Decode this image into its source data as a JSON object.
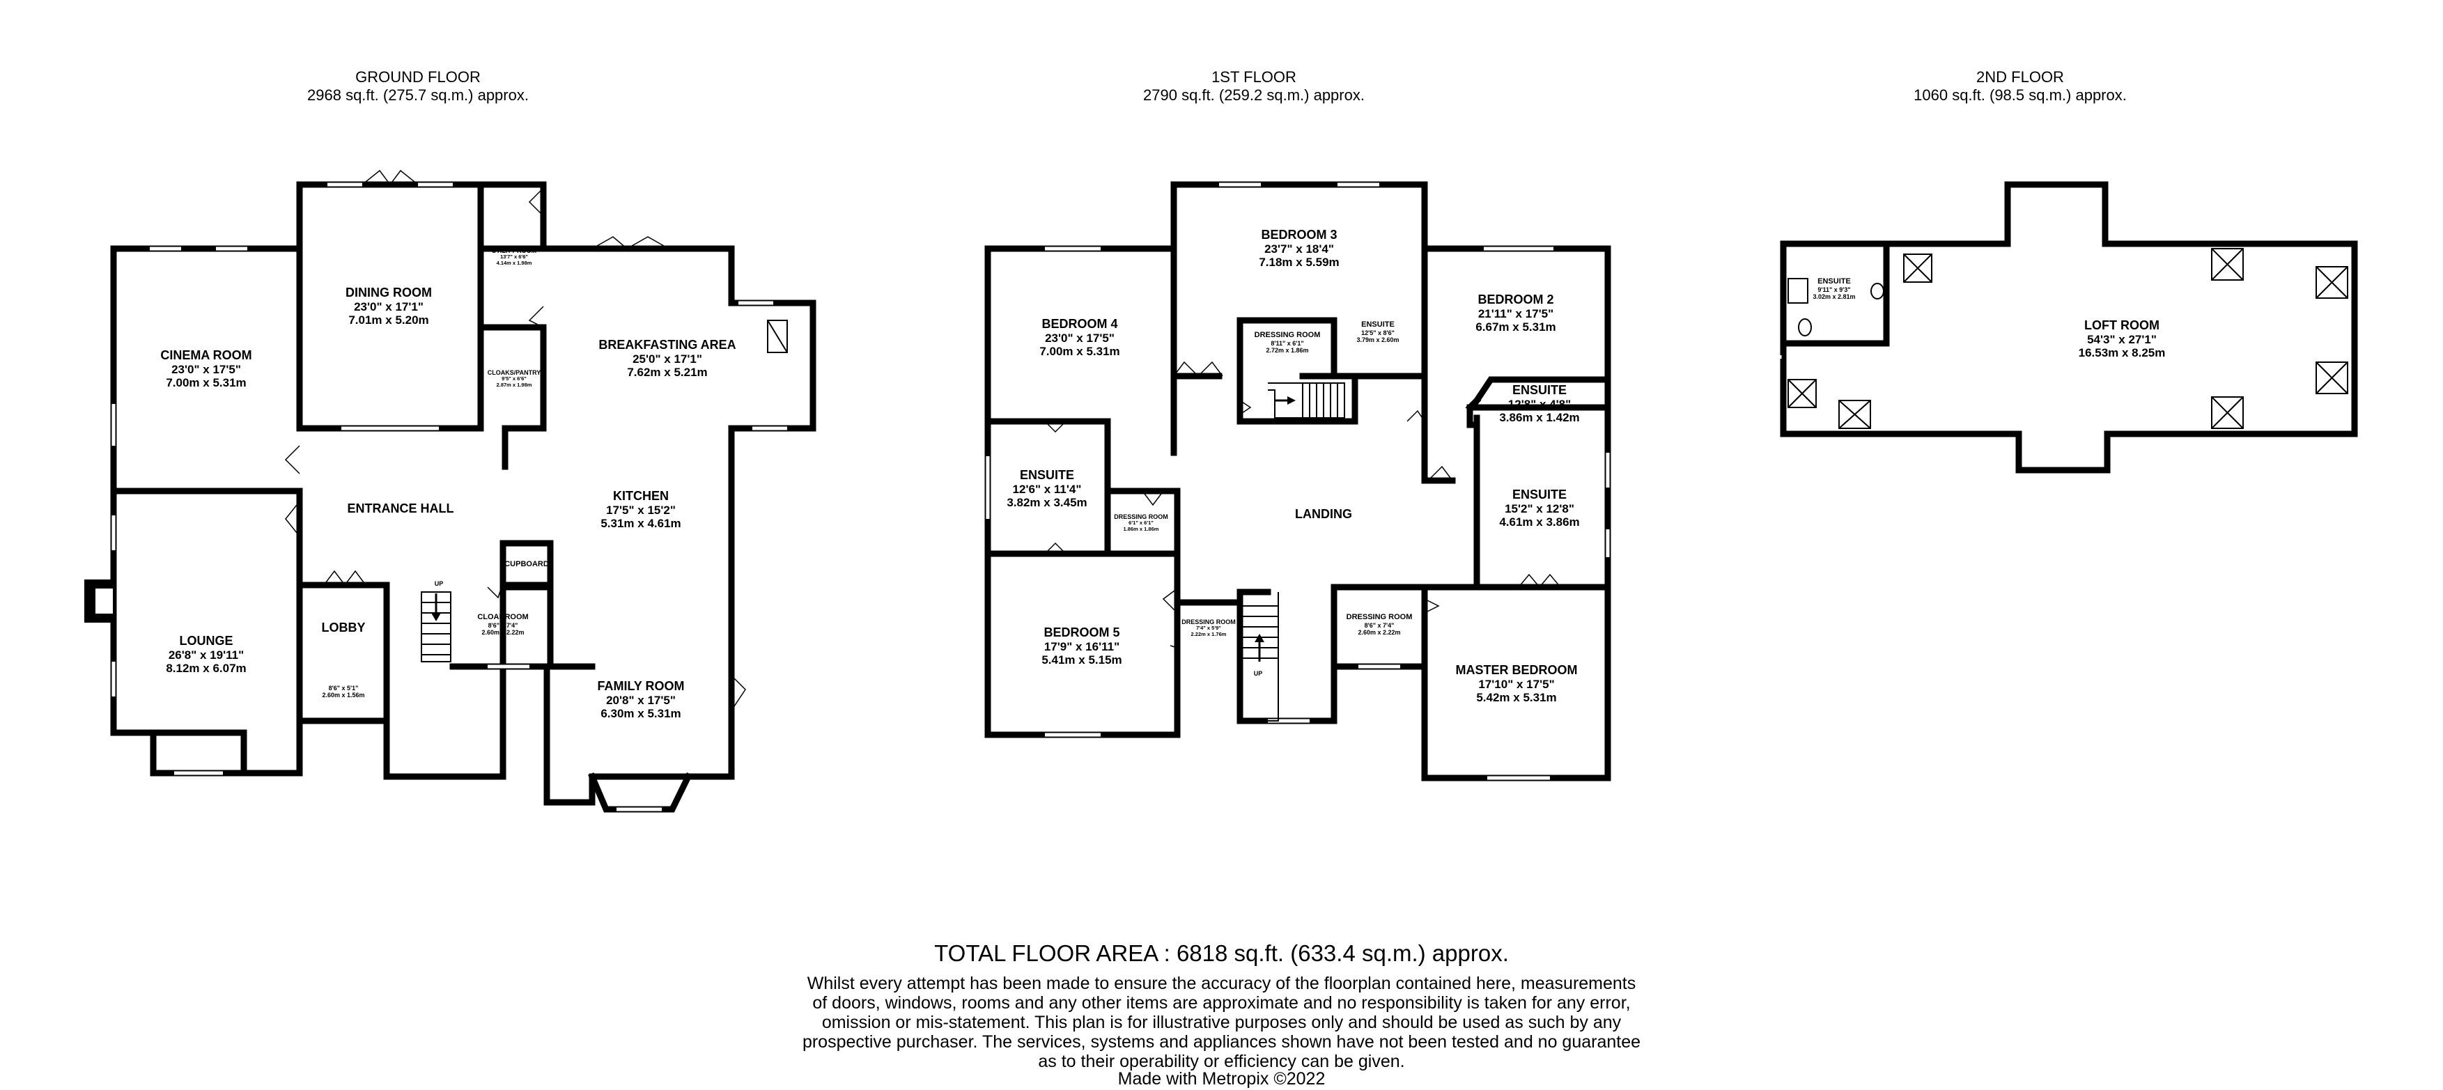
{
  "floors": {
    "ground": {
      "name": "GROUND FLOOR",
      "area": "2968 sq.ft. (275.7 sq.m.) approx."
    },
    "first": {
      "name": "1ST FLOOR",
      "area": "2790 sq.ft. (259.2 sq.m.) approx."
    },
    "second": {
      "name": "2ND FLOOR",
      "area": "1060 sq.ft. (98.5 sq.m.) approx."
    }
  },
  "rooms": {
    "cinema": {
      "name": "CINEMA ROOM",
      "imperial": "23'0\"  x 17'5\"",
      "metric": "7.00m  x 5.31m"
    },
    "dining": {
      "name": "DINING ROOM",
      "imperial": "23'0\"  x 17'1\"",
      "metric": "7.01m  x 5.20m"
    },
    "utility": {
      "name": "UTILITY ROOM",
      "imperial": "13'7\"  x 6'6\"",
      "metric": "4.14m  x 1.98m"
    },
    "cloaks_pantry": {
      "name": "CLOAKS/PANTRY",
      "imperial": "9'5\"  x 6'6\"",
      "metric": "2.87m  x 1.98m"
    },
    "breakfasting": {
      "name": "BREAKFASTING AREA",
      "imperial": "25'0\"  x 17'1\"",
      "metric": "7.62m  x 5.21m"
    },
    "entrance_hall": {
      "name": "ENTRANCE HALL"
    },
    "kitchen": {
      "name": "KITCHEN",
      "imperial": "17'5\"  x 15'2\"",
      "metric": "5.31m  x 4.61m"
    },
    "cupboard": {
      "name": "CUPBOARD"
    },
    "lounge": {
      "name": "LOUNGE",
      "imperial": "26'8\"  x 19'11\"",
      "metric": "8.12m  x 6.07m"
    },
    "lobby": {
      "name": "LOBBY"
    },
    "lobby_store": {
      "imperial": "8'6\"  x 5'1\"",
      "metric": "2.60m  x 1.56m"
    },
    "cloakroom": {
      "name": "CLOAKROOM",
      "imperial": "8'6\"  x 7'4\"",
      "metric": "2.60m  x 2.22m"
    },
    "family": {
      "name": "FAMILY ROOM",
      "imperial": "20'8\"  x 17'5\"",
      "metric": "6.30m  x 5.31m"
    },
    "bedroom3": {
      "name": "BEDROOM 3",
      "imperial": "23'7\"  x 18'4\"",
      "metric": "7.18m  x 5.59m"
    },
    "bedroom4": {
      "name": "BEDROOM 4",
      "imperial": "23'0\"  x 17'5\"",
      "metric": "7.00m  x 5.31m"
    },
    "dressing_b3": {
      "name": "DRESSING ROOM",
      "imperial": "8'11\"  x 6'1\"",
      "metric": "2.72m  x 1.86m"
    },
    "ensuite_b3": {
      "name": "ENSUITE",
      "imperial": "12'5\"  x 8'6\"",
      "metric": "3.79m  x 2.60m"
    },
    "bedroom2": {
      "name": "BEDROOM 2",
      "imperial": "21'11\"  x 17'5\"",
      "metric": "6.67m  x 5.31m"
    },
    "ensuite_b2": {
      "name": "ENSUITE",
      "imperial": "12'8\"  x 4'8\"",
      "metric": "3.86m  x 1.42m"
    },
    "ensuite_b4": {
      "name": "ENSUITE",
      "imperial": "12'6\"  x 11'4\"",
      "metric": "3.82m  x 3.45m"
    },
    "dressing_b4": {
      "name": "DRESSING ROOM",
      "imperial": "6'1\"  x 6'1\"",
      "metric": "1.86m  x 1.86m"
    },
    "landing": {
      "name": "LANDING"
    },
    "ensuite_master": {
      "name": "ENSUITE",
      "imperial": "15'2\"  x 12'8\"",
      "metric": "4.61m  x 3.86m"
    },
    "bedroom5": {
      "name": "BEDROOM 5",
      "imperial": "17'9\"  x 16'11\"",
      "metric": "5.41m  x 5.15m"
    },
    "dressing_b5": {
      "name": "DRESSING ROOM",
      "imperial": "7'4\"  x 5'9\"",
      "metric": "2.22m  x 1.76m"
    },
    "dressing_master": {
      "name": "DRESSING ROOM",
      "imperial": "8'6\"  x 7'4\"",
      "metric": "2.60m  x 2.22m"
    },
    "master": {
      "name": "MASTER BEDROOM",
      "imperial": "17'10\"  x 17'5\"",
      "metric": "5.42m  x 5.31m"
    },
    "ensuite_loft": {
      "name": "ENSUITE",
      "imperial": "9'11\"  x 9'3\"",
      "metric": "3.02m  x 2.81m"
    },
    "loft": {
      "name": "LOFT ROOM",
      "imperial": "54'3\"  x 27'1\"",
      "metric": "16.53m  x 8.25m"
    }
  },
  "stair_labels": {
    "up": "UP"
  },
  "total_area": "TOTAL FLOOR AREA : 6818 sq.ft. (633.4 sq.m.) approx.",
  "disclaimer": [
    "Whilst every attempt has been made to ensure the accuracy of the floorplan contained here, measurements",
    "of doors, windows, rooms and any other items are approximate and no responsibility is taken for any error,",
    "omission or mis-statement. This plan is for illustrative purposes only and should be used as such by any",
    "prospective purchaser. The services, systems and appliances shown have not been tested and no guarantee",
    "as to their operability or efficiency can be given."
  ],
  "credit": "Made with Metropix ©2022"
}
